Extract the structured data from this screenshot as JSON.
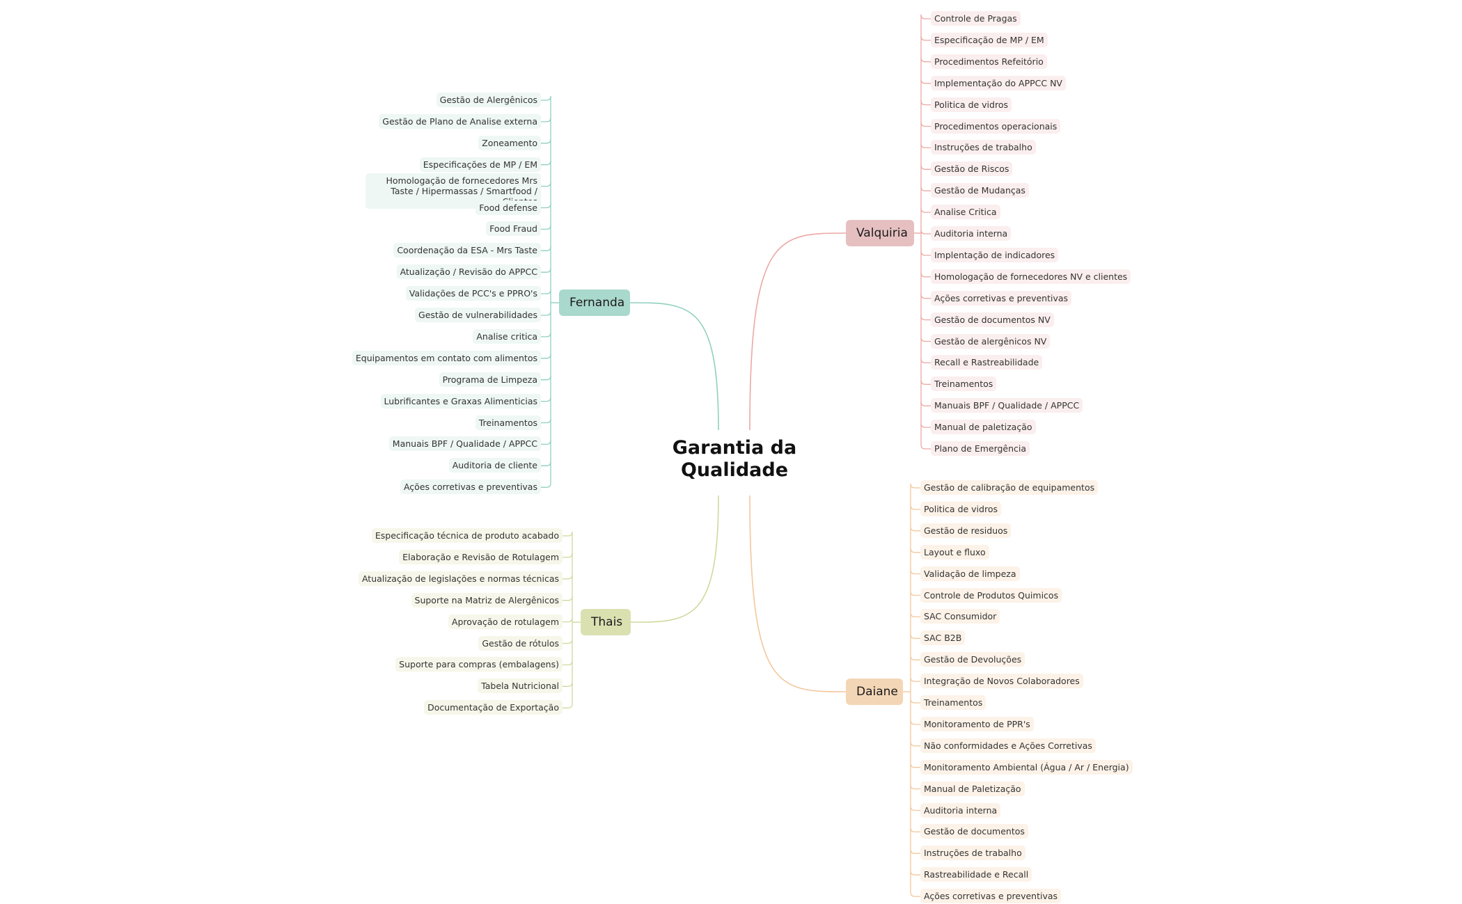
{
  "central_topic": {
    "line1": "Garantia da",
    "line2": "Qualidade"
  },
  "colors": {
    "fernanda": {
      "line": "#8fd0bf",
      "box": "#a9d8cc",
      "leaf_bg": "#eef7f4"
    },
    "thais": {
      "line": "#cfd99c",
      "box": "#dbe0b1",
      "leaf_bg": "#f6f7ea"
    },
    "valquiria": {
      "line": "#eba8a4",
      "box": "#e6c0c1",
      "leaf_bg": "#fbeeee"
    },
    "daiane": {
      "line": "#f3c79b",
      "box": "#f3d6b6",
      "leaf_bg": "#fcf2e8"
    }
  },
  "branches": {
    "fernanda": {
      "label": "Fernanda",
      "items": [
        "Gestão de Alergênicos",
        "Gestão de Plano de Analise externa",
        "Zoneamento",
        "Especificações de MP / EM",
        "Homologação de fornecedores Mrs Taste / Hipermassas / Smartfood / Clientes",
        "Food defense",
        "Food Fraud",
        "Coordenação da ESA - Mrs Taste",
        "Atualização / Revisão do APPCC",
        "Validações de PCC's e PPRO's",
        "Gestão de vulnerabilidades",
        "Analise critica",
        "Equipamentos em contato com alimentos",
        "Programa de Limpeza",
        "Lubrificantes e Graxas Alimenticias",
        "Treinamentos",
        "Manuais BPF / Qualidade / APPCC",
        "Auditoria de cliente",
        "Ações corretivas e preventivas"
      ]
    },
    "thais": {
      "label": "Thais",
      "items": [
        "Especificação técnica de produto acabado",
        "Elaboração e Revisão de Rotulagem",
        "Atualização de legislações e normas técnicas",
        "Suporte na Matriz de Alergênicos",
        "Aprovação de rotulagem",
        "Gestão de rótulos",
        "Suporte para compras (embalagens)",
        "Tabela Nutricional",
        "Documentação de Exportação"
      ]
    },
    "valquiria": {
      "label": "Valquiria",
      "items": [
        "Controle de Pragas",
        "Especificação de MP / EM",
        "Procedimentos Refeitório",
        "Implementação do APPCC NV",
        "Politica de vidros",
        "Procedimentos operacionais",
        "Instruções de trabalho",
        "Gestão de Riscos",
        "Gestão de Mudanças",
        "Analise Critica",
        "Auditoria interna",
        "Implentação de indicadores",
        "Homologação de fornecedores NV e clientes",
        "Ações corretivas e preventivas",
        "Gestão de documentos NV",
        "Gestão de alergênicos NV",
        "Recall e Rastreabilidade",
        "Treinamentos",
        "Manuais BPF / Qualidade / APPCC",
        "Manual de paletização",
        "Plano de Emergência"
      ]
    },
    "daiane": {
      "label": "Daiane",
      "items": [
        "Gestão de calibração de equipamentos",
        "Politica de vidros",
        "Gestão de residuos",
        "Layout e fluxo",
        "Validação de limpeza",
        "Controle de Produtos Quimicos",
        "SAC Consumidor",
        "SAC B2B",
        "Gestão de Devoluções",
        "Integração de Novos Colaboradores",
        "Treinamentos",
        "Monitoramento de PPR's",
        "Não conformidades e Ações Corretivas",
        "Monitoramento Ambiental (Água / Ar / Energia)",
        "Manual de Paletização",
        "Auditoria interna",
        "Gestão de documentos",
        "Instruções de trabalho",
        "Rastreabilidade e Recall",
        "Ações corretivas e preventivas"
      ]
    }
  }
}
